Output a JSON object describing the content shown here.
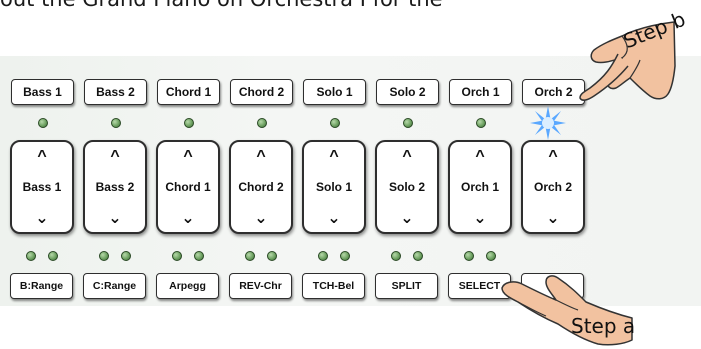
{
  "caption": "out the Grand Piano on Orchestra I for the",
  "top_buttons": [
    "Bass 1",
    "Bass 2",
    "Chord 1",
    "Chord 2",
    "Solo 1",
    "Solo 2",
    "Orch 1",
    "Orch 2"
  ],
  "big_buttons": [
    {
      "up": "^",
      "label": "Bass 1",
      "down": "⌄"
    },
    {
      "up": "^",
      "label": "Bass 2",
      "down": "⌄"
    },
    {
      "up": "^",
      "label": "Chord 1",
      "down": "⌄"
    },
    {
      "up": "^",
      "label": "Chord 2",
      "down": "⌄"
    },
    {
      "up": "^",
      "label": "Solo 1",
      "down": "⌄"
    },
    {
      "up": "^",
      "label": "Solo 2",
      "down": "⌄"
    },
    {
      "up": "^",
      "label": "Orch 1",
      "down": "⌄"
    },
    {
      "up": "^",
      "label": "Orch 2",
      "down": "⌄"
    }
  ],
  "bottom_buttons": [
    "B:Range",
    "C:Range",
    "Arpegg",
    "REV-Chr",
    "TCH-Bel",
    "SPLIT",
    "SELECT",
    ""
  ],
  "annotations": {
    "step_a": "Step a",
    "step_b": "Step b"
  },
  "colors": {
    "led": "#6fa363",
    "highlight": "#4a8fe8"
  }
}
